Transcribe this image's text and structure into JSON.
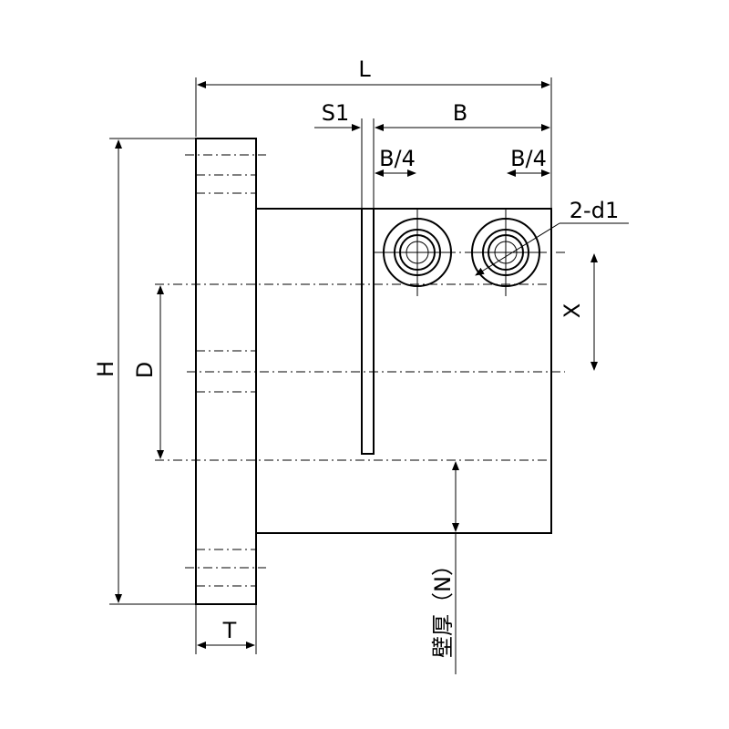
{
  "labels": {
    "L": "L",
    "S1": "S1",
    "B": "B",
    "B4_left": "B/4",
    "B4_right": "B/4",
    "d1": "2-d1",
    "H": "H",
    "D": "D",
    "X": "X",
    "T": "T",
    "N": "壁厚（N）"
  }
}
